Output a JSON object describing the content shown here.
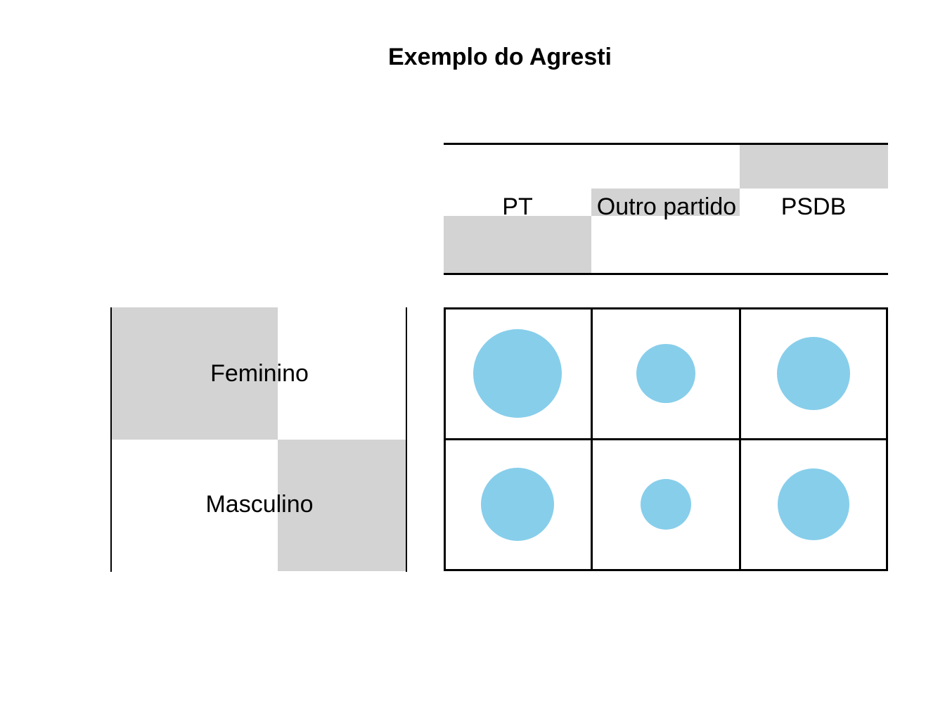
{
  "title": "Exemplo do Agresti",
  "colors": {
    "balloon": "#87CEEB",
    "label_bg": "#D3D3D3",
    "line": "#000000"
  },
  "chart_data": {
    "type": "balloon",
    "title": "Exemplo do Agresti",
    "rows": [
      "Feminino",
      "Masculino"
    ],
    "columns": [
      "PT",
      "Outro partido",
      "PSDB"
    ],
    "radius_px": [
      [
        63,
        42,
        52
      ],
      [
        52,
        36,
        51
      ]
    ],
    "size_relative": [
      [
        1.0,
        0.67,
        0.83
      ],
      [
        0.83,
        0.57,
        0.81
      ]
    ],
    "encoding": "circle area proportional to cell value",
    "legend": "none",
    "grid": "2 rows x 3 columns, black cell borders",
    "balloon_color": "#87CEEB",
    "label_background_color": "#D3D3D3"
  }
}
